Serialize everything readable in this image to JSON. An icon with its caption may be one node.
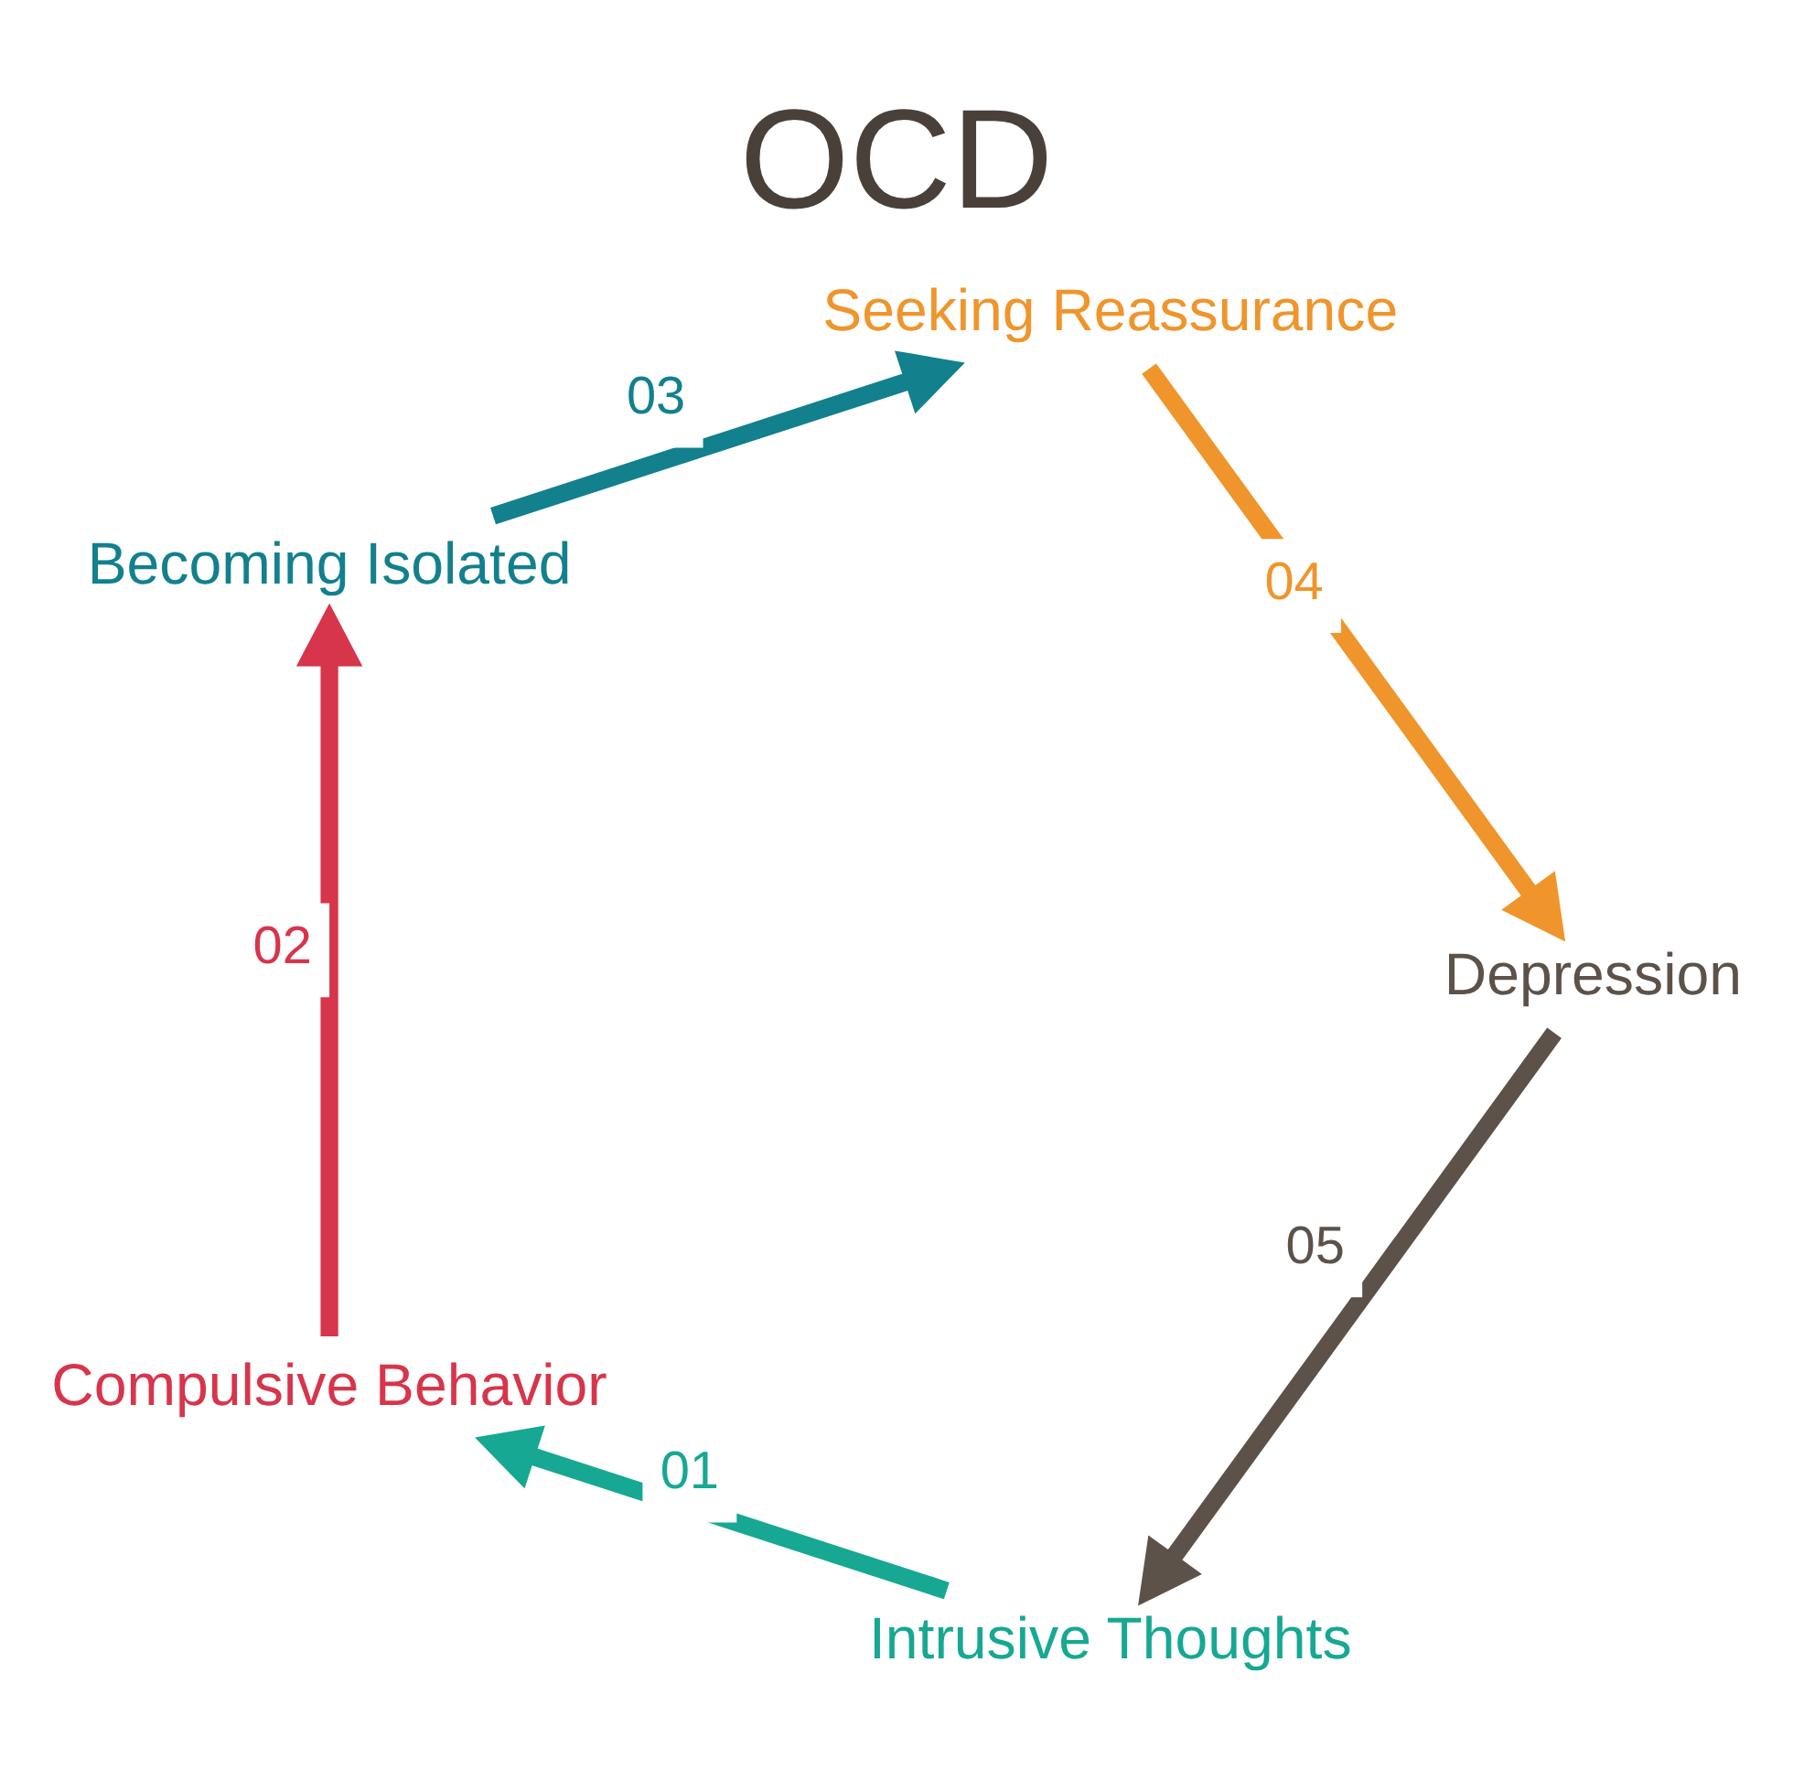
{
  "diagram": {
    "title": "OCD",
    "nodes": [
      {
        "text": [
          "Intrusive Thoughts"
        ]
      },
      {
        "text": [
          "Compulsive Behavior"
        ]
      },
      {
        "text": [
          "Becoming Isolated"
        ]
      },
      {
        "text": [
          "Seeking Reassurance"
        ]
      },
      {
        "text": [
          "Depression"
        ]
      }
    ],
    "edges": [
      {
        "from": 0,
        "to": 1,
        "arrow": "to",
        "label": "01",
        "color": "#16a892"
      },
      {
        "from": 1,
        "to": 2,
        "arrow": "to",
        "label": "02",
        "color": "#d7354b"
      },
      {
        "from": 2,
        "to": 3,
        "arrow": "to",
        "label": "03",
        "color": "#12808d"
      },
      {
        "from": 3,
        "to": 4,
        "arrow": "to",
        "label": "04",
        "color": "#ef952b"
      },
      {
        "from": 4,
        "to": 0,
        "arrow": "to",
        "label": "05",
        "color": "#5c524a"
      }
    ]
  }
}
